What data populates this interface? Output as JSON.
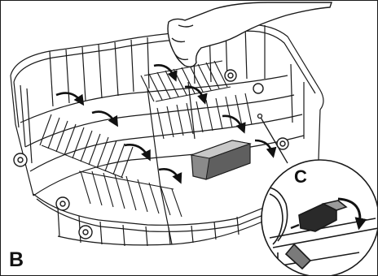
{
  "figure": {
    "panel_label": "B",
    "inset_label": "C"
  },
  "colors": {
    "line": "#1a1a1a",
    "rack_fill": "#ffffff",
    "shadow": "#8a8a8a",
    "background": "#ffffff"
  },
  "icons": {
    "rotation_arrows": "curved-arrow-icon",
    "hand": "hand-icon",
    "zoom_inset": "magnifier-circle"
  }
}
